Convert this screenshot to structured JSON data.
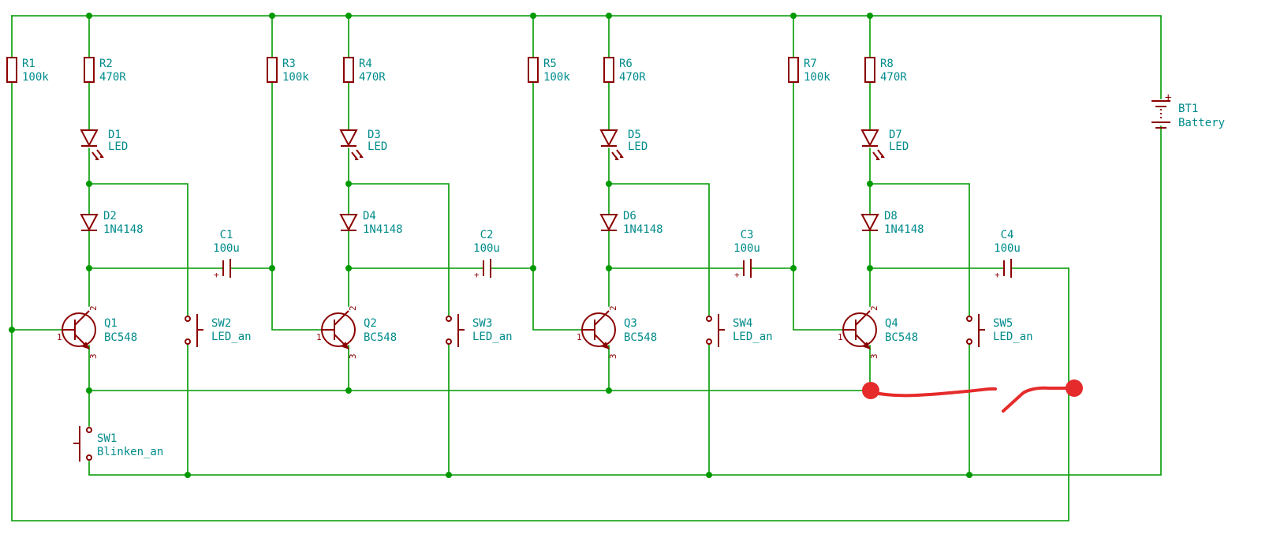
{
  "resistors": [
    {
      "ref": "R1",
      "value": "100k"
    },
    {
      "ref": "R2",
      "value": "470R"
    },
    {
      "ref": "R3",
      "value": "100k"
    },
    {
      "ref": "R4",
      "value": "470R"
    },
    {
      "ref": "R5",
      "value": "100k"
    },
    {
      "ref": "R6",
      "value": "470R"
    },
    {
      "ref": "R7",
      "value": "100k"
    },
    {
      "ref": "R8",
      "value": "470R"
    }
  ],
  "leds": [
    {
      "ref": "D1",
      "value": "LED"
    },
    {
      "ref": "D3",
      "value": "LED"
    },
    {
      "ref": "D5",
      "value": "LED"
    },
    {
      "ref": "D7",
      "value": "LED"
    }
  ],
  "diodes": [
    {
      "ref": "D2",
      "value": "1N4148"
    },
    {
      "ref": "D4",
      "value": "1N4148"
    },
    {
      "ref": "D6",
      "value": "1N4148"
    },
    {
      "ref": "D8",
      "value": "1N4148"
    }
  ],
  "capacitors": [
    {
      "ref": "C1",
      "value": "100u"
    },
    {
      "ref": "C2",
      "value": "100u"
    },
    {
      "ref": "C3",
      "value": "100u"
    },
    {
      "ref": "C4",
      "value": "100u"
    }
  ],
  "transistors": [
    {
      "ref": "Q1",
      "value": "BC548"
    },
    {
      "ref": "Q2",
      "value": "BC548"
    },
    {
      "ref": "Q3",
      "value": "BC548"
    },
    {
      "ref": "Q4",
      "value": "BC548"
    }
  ],
  "switches": [
    {
      "ref": "SW1",
      "value": "Blinken_an"
    },
    {
      "ref": "SW2",
      "value": "LED_an"
    },
    {
      "ref": "SW3",
      "value": "LED_an"
    },
    {
      "ref": "SW4",
      "value": "LED_an"
    },
    {
      "ref": "SW5",
      "value": "LED_an"
    }
  ],
  "battery": {
    "ref": "BT1",
    "value": "Battery",
    "plus": "+"
  },
  "pin_numbers": {
    "base": "1",
    "collector": "2",
    "emitter": "3"
  },
  "colors": {
    "wire": "#009900",
    "component": "#8b0000",
    "label": "#008b8b",
    "annotation": "#e52b2b"
  }
}
